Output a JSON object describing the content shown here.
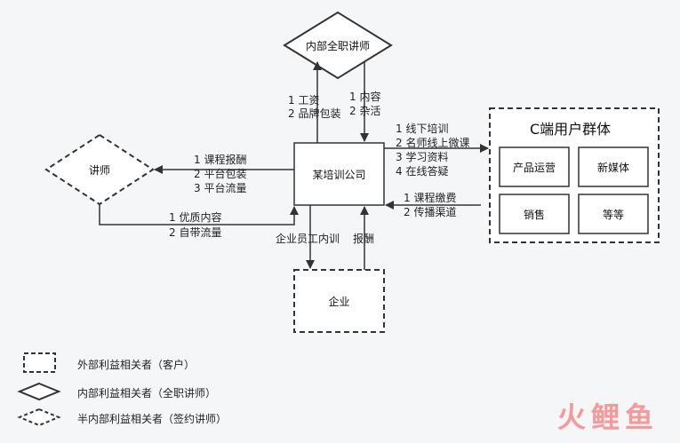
{
  "nodes": {
    "internal_lecturer": "内部全职讲师",
    "lecturer": "讲师",
    "company": "某培训公司",
    "enterprise": "企业",
    "c_users_title": "C端用户群体",
    "c_users_items": [
      "产品运营",
      "新媒体",
      "销售",
      "等等"
    ]
  },
  "edges": {
    "company_to_internal": [
      "1 工资",
      "2 品牌包装"
    ],
    "internal_to_company": [
      "1 内容",
      "2 杂活"
    ],
    "company_to_lecturer": [
      "1 课程报酬",
      "2 平台包装",
      "3 平台流量"
    ],
    "lecturer_to_company": [
      "1 优质内容",
      "2 自带流量"
    ],
    "company_to_users": [
      "1 线下培训",
      "2 名师线上微课",
      "3 学习资料",
      "4 在线答疑"
    ],
    "users_to_company": [
      "1 课程缴费",
      "2 传播渠道"
    ],
    "company_to_enterprise": "企业员工内训",
    "enterprise_to_company": "报酬"
  },
  "legend": [
    {
      "shape": "dashed-rectangle",
      "label": "外部利益相关者（客户）"
    },
    {
      "shape": "solid-diamond",
      "label": "内部利益相关者（全职讲师）"
    },
    {
      "shape": "dashed-diamond",
      "label": "半内部利益相关者（签约讲师）"
    }
  ],
  "watermark": "火鲤鱼"
}
